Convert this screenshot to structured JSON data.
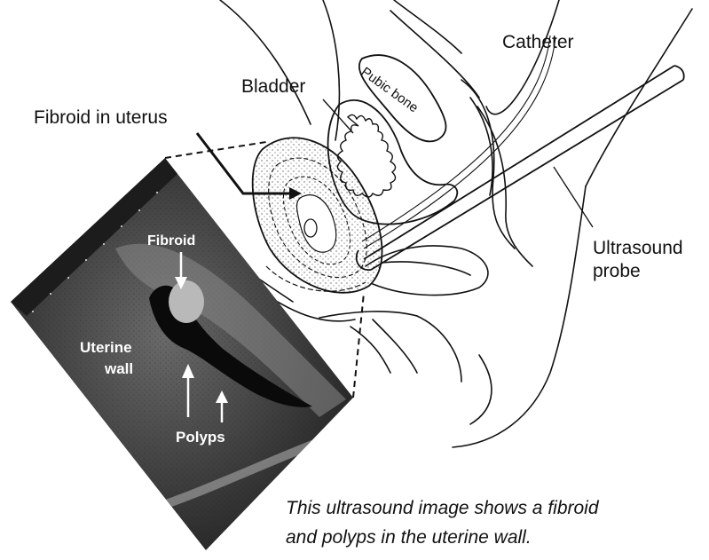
{
  "labels": {
    "bladder": "Bladder",
    "pubic_bone": "Pubic bone",
    "catheter": "Catheter",
    "fibroid_in_uterus": "Fibroid in uterus",
    "ultrasound_probe_line1": "Ultrasound",
    "ultrasound_probe_line2": "probe"
  },
  "ultrasound_labels": {
    "fibroid": "Fibroid",
    "uterine_wall_line1": "Uterine",
    "uterine_wall_line2": "wall",
    "polyps": "Polyps"
  },
  "caption": {
    "line1": "This ultrasound image shows a fibroid",
    "line2": "and polyps in the uterine wall."
  },
  "colors": {
    "line": "#111111",
    "ultrasound_bg": "#1a1a1a",
    "annotation_text": "#ffffff"
  }
}
